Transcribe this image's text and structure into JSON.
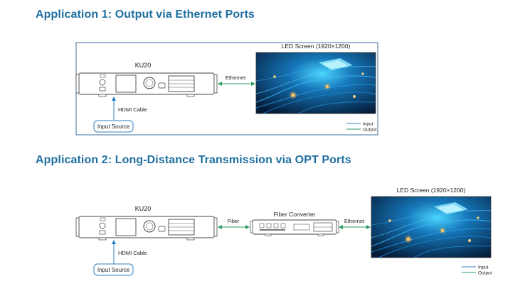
{
  "app1": {
    "heading": "Application 1: Output via Ethernet Ports",
    "device_label": "KU20",
    "screen_label": "LED Screen (1920×1200)",
    "link_label": "Ethernet",
    "cable_label": "HDMI Cable",
    "source_label": "Input Source",
    "legend_input": "Input",
    "legend_output": "Output"
  },
  "app2": {
    "heading": "Application 2: Long-Distance Transmission via OPT Ports",
    "device_label": "KU20",
    "converter_label": "Fiber Converter",
    "screen_label": "LED Screen (1920×1200)",
    "fiber_label": "Fiber",
    "ethernet_label": "Ethernet",
    "cable_label": "HDMI Cable",
    "source_label": "Input Source",
    "legend_input": "Input",
    "legend_output": "Output"
  },
  "colors": {
    "heading": "#1f6fa0",
    "input_line": "#2d7fc0",
    "output_line": "#2e9b62",
    "frame": "#3a6f9c",
    "screen_dark": "#062a4f",
    "screen_glow": "#35c4ff"
  }
}
